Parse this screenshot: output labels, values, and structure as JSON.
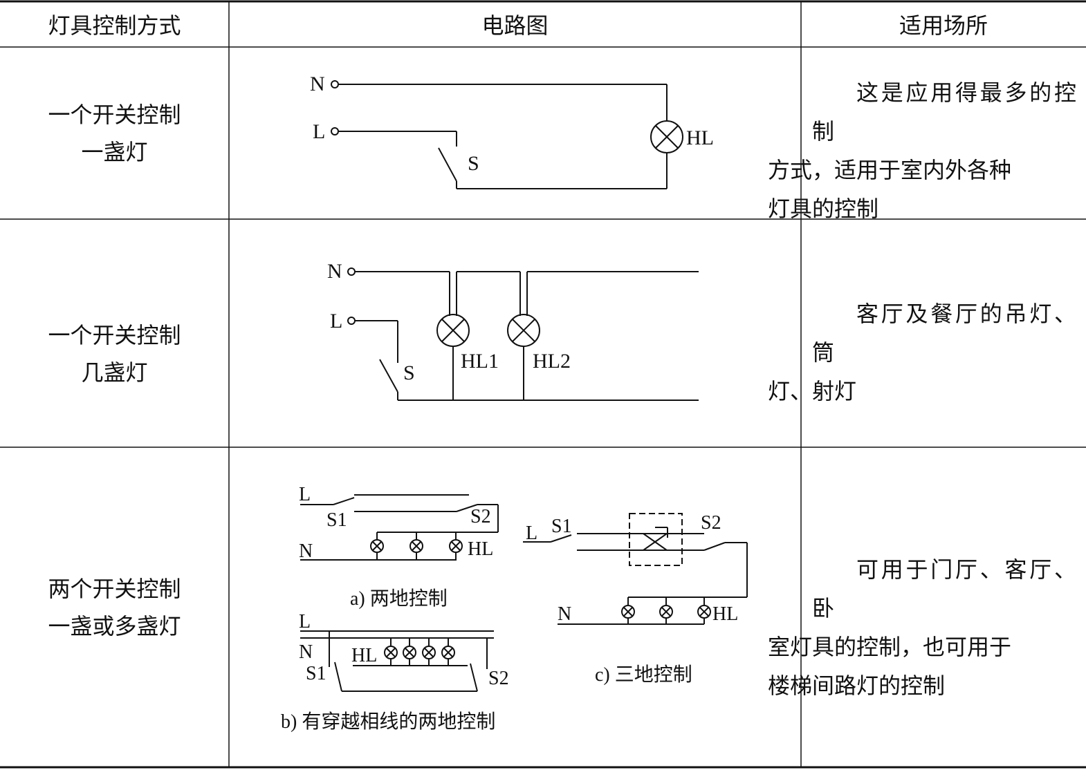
{
  "table": {
    "headers": {
      "method": "灯具控制方式",
      "circuit": "电路图",
      "place": "适用场所"
    },
    "rows": [
      {
        "method": [
          "一个开关控制",
          "一盏灯"
        ],
        "place": [
          "这是应用得最多的控制",
          "方式，适用于室内外各种",
          "灯具的控制"
        ],
        "labels": {
          "n": "N",
          "l": "L",
          "s": "S",
          "hl": "HL"
        }
      },
      {
        "method": [
          "一个开关控制",
          "几盏灯"
        ],
        "place": [
          "客厅及餐厅的吊灯、筒",
          "灯、射灯"
        ],
        "labels": {
          "n": "N",
          "l": "L",
          "s": "S",
          "hl1": "HL1",
          "hl2": "HL2"
        }
      },
      {
        "method": [
          "两个开关控制",
          "一盏或多盏灯"
        ],
        "place": [
          "可用于门厅、客厅、卧",
          "室灯具的控制，也可用于",
          "楼梯间路灯的控制"
        ],
        "labels": {
          "n": "N",
          "l": "L",
          "s1": "S1",
          "s2": "S2",
          "hl": "HL"
        },
        "captions": {
          "a": "a) 两地控制",
          "b": "b) 有穿越相线的两地控制",
          "c": "c) 三地控制"
        }
      }
    ]
  }
}
